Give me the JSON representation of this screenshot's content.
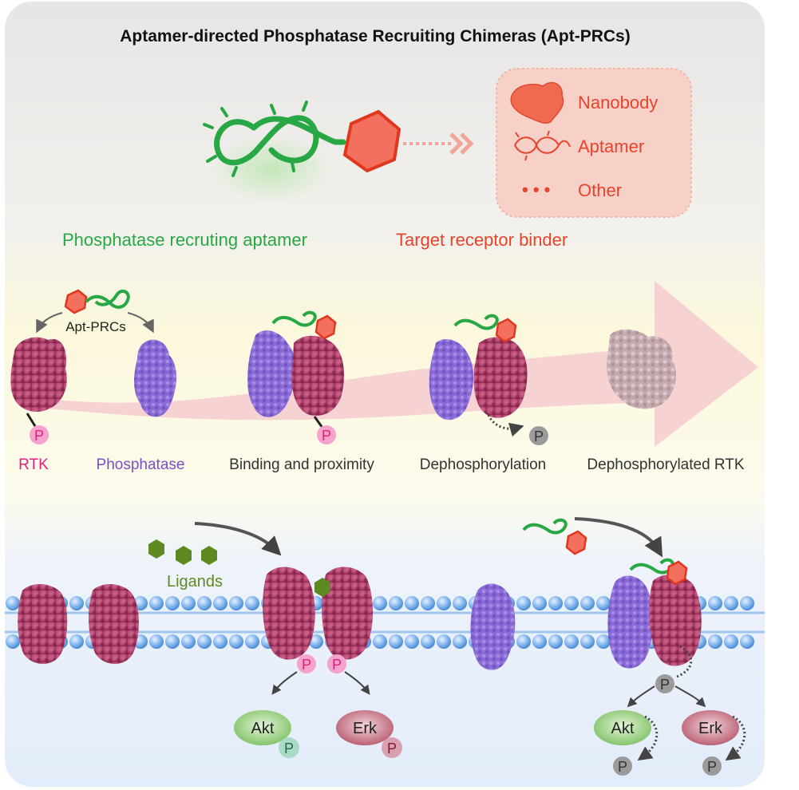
{
  "title": "Aptamer-directed Phosphatase Recruiting Chimeras (Apt-PRCs)",
  "colors": {
    "green": "#27a844",
    "red_orange": "#e8432b",
    "rtk": "#b7376a",
    "phosphatase": "#8a6ad6",
    "pink_p": "#f07ab8",
    "gray_p": "#9b9b9b",
    "dephos_rtk": "#c9aeb2"
  },
  "top": {
    "aptamer_label": "Phosphatase recruting aptamer",
    "binder_label": "Target receptor binder",
    "legend": {
      "nanobody": "Nanobody",
      "aptamer": "Aptamer",
      "other_dots": "• • •",
      "other": "Other"
    }
  },
  "middle": {
    "apt_prcs_label": "Apt-PRCs",
    "steps": [
      "RTK",
      "Phosphatase",
      "Binding and proximity",
      "Dephosphorylation",
      "Dephosphorylated RTK"
    ],
    "p": "P"
  },
  "bottom": {
    "ligands_label": "Ligands",
    "akt": "Akt",
    "erk": "Erk",
    "p": "P"
  }
}
